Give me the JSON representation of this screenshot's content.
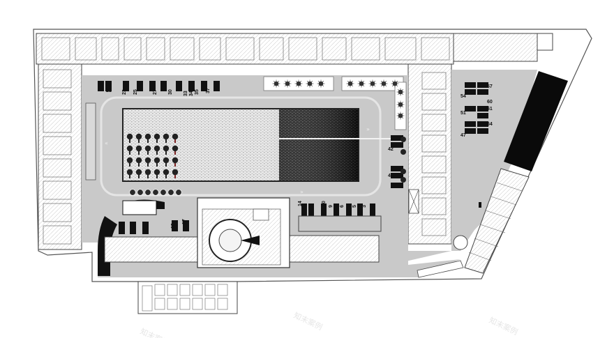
{
  "plan": {
    "colors": {
      "ground": "#c9c9c9",
      "building": "#ffffff",
      "wall": "#444444",
      "dark": "#111111",
      "accent_red": "#7a2020"
    },
    "parking_labels": [
      {
        "id": "p21",
        "text": "21"
      },
      {
        "id": "p23",
        "text": "23"
      },
      {
        "id": "p25",
        "text": "25"
      },
      {
        "id": "p27",
        "text": "27"
      },
      {
        "id": "p30",
        "text": "30"
      },
      {
        "id": "p33",
        "text": "33"
      },
      {
        "id": "p34",
        "text": "34"
      },
      {
        "id": "p35",
        "text": "35"
      },
      {
        "id": "p37",
        "text": "37"
      },
      {
        "id": "p42",
        "text": "42"
      },
      {
        "id": "p45",
        "text": "45"
      },
      {
        "id": "p47",
        "text": "47"
      },
      {
        "id": "p51",
        "text": "51"
      },
      {
        "id": "p54",
        "text": "54"
      },
      {
        "id": "p57",
        "text": "57"
      },
      {
        "id": "p60",
        "text": "60"
      },
      {
        "id": "p61",
        "text": "61"
      },
      {
        "id": "p64",
        "text": "64"
      },
      {
        "id": "p14",
        "text": "14"
      },
      {
        "id": "p10",
        "text": "10"
      },
      {
        "id": "p9",
        "text": "9"
      },
      {
        "id": "p6",
        "text": "6"
      },
      {
        "id": "p5",
        "text": "5"
      },
      {
        "id": "p3",
        "text": "3"
      },
      {
        "id": "p19",
        "text": "19"
      },
      {
        "id": "p17",
        "text": "17"
      }
    ],
    "watermarks": [
      {
        "id": "wm1",
        "text": "知末案例"
      },
      {
        "id": "wm2",
        "text": "知末案例"
      },
      {
        "id": "wm3",
        "text": "知末案例"
      }
    ]
  }
}
